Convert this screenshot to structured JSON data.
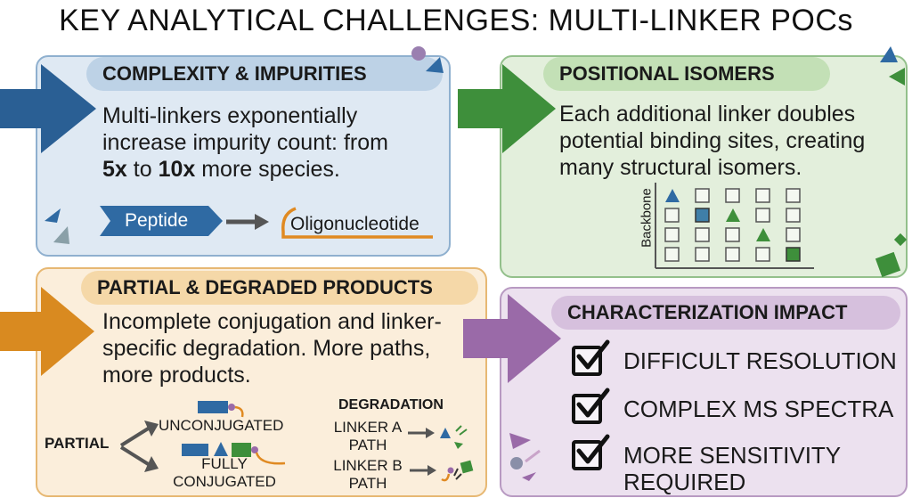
{
  "title": "KEY ANALYTICAL CHALLENGES: MULTI-LINKER POCs",
  "panels": {
    "complexity": {
      "heading": "COMPLEXITY & IMPURITIES",
      "line1": "Multi-linkers exponentially",
      "line2": "increase impurity count: from",
      "bold1": "5x",
      "mid": " to ",
      "bold2": "10x",
      "tail": " more species.",
      "peptide_label": "Peptide",
      "oligo_label": "Oligonucleotide",
      "color": "#2a5f94"
    },
    "isomers": {
      "heading": "POSITIONAL ISOMERS",
      "text": "Each additional linker doubles potential binding sites, creating many structural isomers.",
      "axis_label": "Backbone",
      "color": "#3e8f3b"
    },
    "partial": {
      "heading": "PARTIAL & DEGRADED PRODUCTS",
      "text": "Incomplete conjugation and linker-specific degradation. More paths, more products.",
      "partial_label": "PARTIAL",
      "unconjugated_label": "UNCONJUGATED",
      "fully_line1": "FULLY",
      "fully_line2": "CONJUGATED",
      "degradation_label": "DEGRADATION",
      "linker_a_line1": "LINKER A",
      "linker_a_line2": "PATH",
      "linker_b_line1": "LINKER B",
      "linker_b_line2": "PATH",
      "color": "#d98a20"
    },
    "impact": {
      "heading": "CHARACTERIZATION IMPACT",
      "items": [
        "DIFFICULT RESOLUTION",
        "COMPLEX MS SPECTRA",
        "MORE SENSITIVITY",
        "REQUIRED"
      ],
      "color": "#9a6aa8"
    }
  }
}
